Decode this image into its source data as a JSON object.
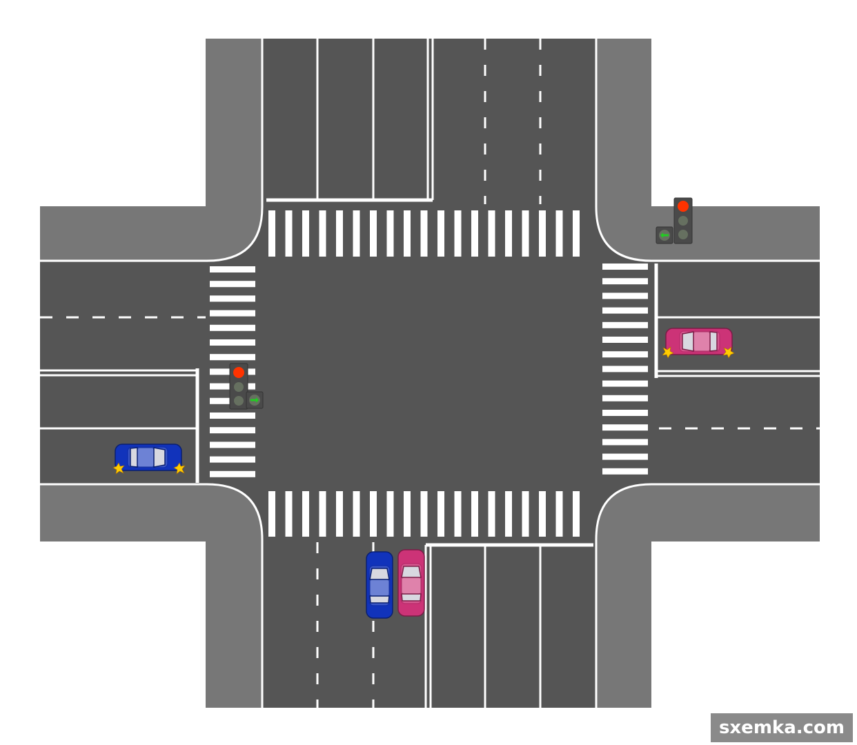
{
  "watermark": "sxemka.com",
  "colors": {
    "background": "#ffffff",
    "sidewalk": "#777777",
    "asphalt": "#555555",
    "marking": "#ffffff",
    "light_housing": "#4a4a4a",
    "light_red": "#ff3300",
    "light_off": "#667060",
    "arrow_green": "#22cc22",
    "car_blue": "#1133bb",
    "car_pink": "#cc3377",
    "indicator": "#ffcc00"
  },
  "traffic_lights": [
    {
      "name": "traffic-light-east",
      "main_signal": "red",
      "arrow_signal": "green",
      "arrow_direction": "left"
    },
    {
      "name": "traffic-light-west",
      "main_signal": "red",
      "arrow_signal": "green",
      "arrow_direction": "right"
    }
  ],
  "vehicles": [
    {
      "name": "car-blue-west",
      "color": "blue",
      "heading": "east",
      "turn_signal": "on"
    },
    {
      "name": "car-pink-east",
      "color": "pink",
      "heading": "west",
      "turn_signal": "on"
    },
    {
      "name": "car-blue-south",
      "color": "blue",
      "heading": "north",
      "turn_signal": "off"
    },
    {
      "name": "car-pink-south",
      "color": "pink",
      "heading": "north",
      "turn_signal": "off"
    }
  ]
}
